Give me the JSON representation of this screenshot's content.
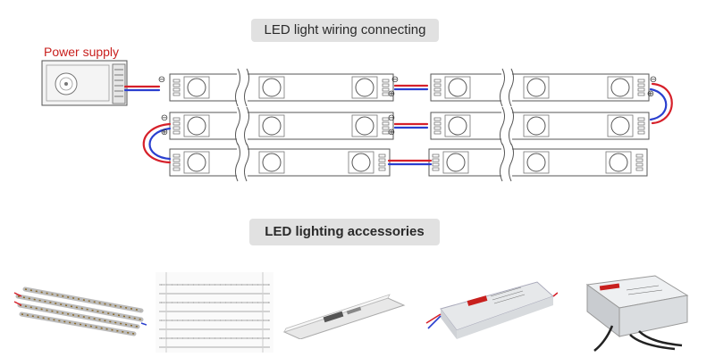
{
  "wiring": {
    "title": "LED light wiring connecting",
    "power_supply_label": "Power supply",
    "minus_symbol": "⊖",
    "plus_symbol": "⊕"
  },
  "accessories": {
    "title": "LED lighting accessories",
    "items": [
      {
        "name": "led-strip-bundle"
      },
      {
        "name": "rigid-strip-rack"
      },
      {
        "name": "slim-driver"
      },
      {
        "name": "waterproof-driver"
      },
      {
        "name": "metal-power-supply"
      }
    ]
  },
  "colors": {
    "wire_red": "#d6202a",
    "wire_blue": "#2a3fcf",
    "title_text": "#c8201e",
    "pill_bg": "#e1e1e1",
    "outline": "#555555"
  }
}
